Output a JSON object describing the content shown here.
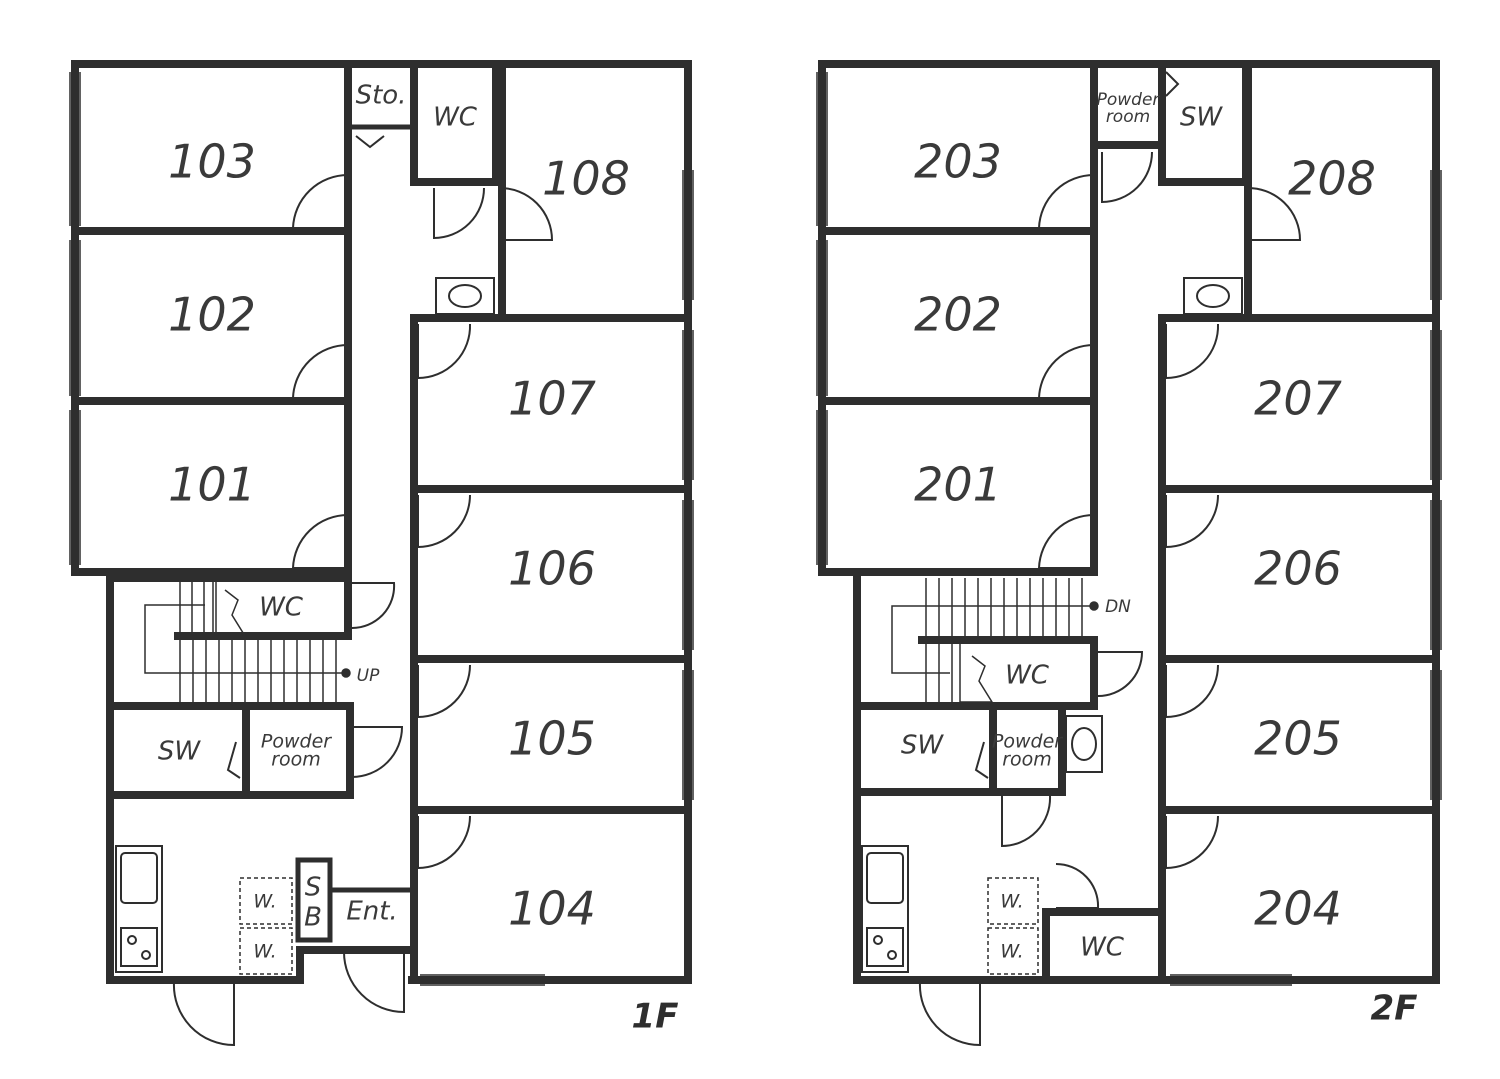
{
  "floor1": {
    "label": "1F",
    "rooms": [
      "101",
      "102",
      "103",
      "104",
      "105",
      "106",
      "107",
      "108"
    ],
    "labels": {
      "storage": "Sto.",
      "wc_top": "WC",
      "wc_stair": "WC",
      "sw": "SW",
      "powder_line1": "Powder",
      "powder_line2": "room",
      "stairs": "UP",
      "shoebox_s": "S",
      "shoebox_b": "B",
      "entrance": "Ent.",
      "washer1": "W.",
      "washer2": "W."
    }
  },
  "floor2": {
    "label": "2F",
    "rooms": [
      "201",
      "202",
      "203",
      "204",
      "205",
      "206",
      "207",
      "208"
    ],
    "labels": {
      "powder_top_line1": "Powder",
      "powder_top_line2": "room",
      "sw_top": "SW",
      "wc_stair": "WC",
      "sw": "SW",
      "powder_line1": "Powder",
      "powder_line2": "room",
      "stairs": "DN",
      "wc_bottom": "WC",
      "washer1": "W.",
      "washer2": "W."
    }
  }
}
